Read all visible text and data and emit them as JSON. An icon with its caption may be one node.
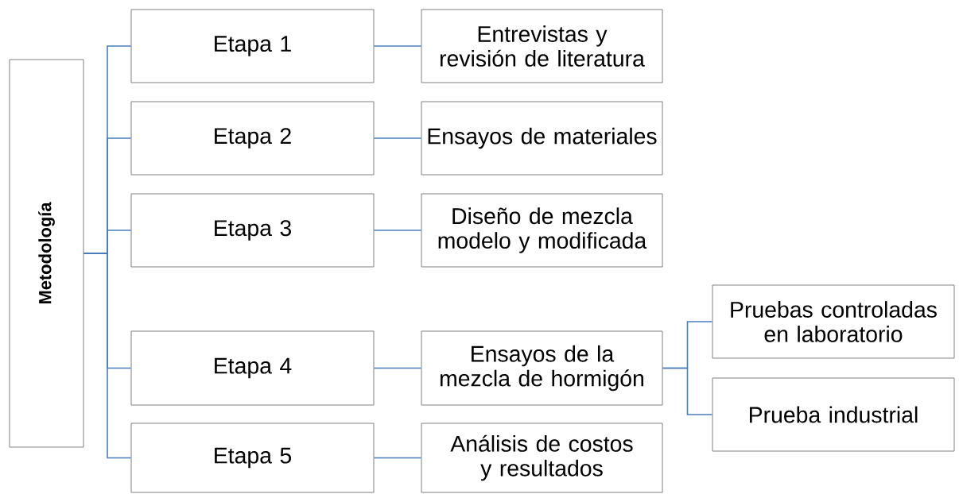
{
  "diagram": {
    "nodes": [
      {
        "text": [
          "Metodología"
        ]
      },
      {
        "text": [
          "Etapa 1"
        ]
      },
      {
        "text": [
          "Entrevistas y revisión de literatura"
        ]
      },
      {
        "text": [
          "Etapa 2"
        ]
      },
      {
        "text": [
          "Ensayos de materiales"
        ]
      },
      {
        "text": [
          "Etapa 3"
        ]
      },
      {
        "text": [
          "Diseño de mezcla modelo y modificada"
        ]
      },
      {
        "text": [
          "Etapa 4"
        ]
      },
      {
        "text": [
          "Ensayos de la mezcla de hormigón"
        ]
      },
      {
        "text": [
          "Etapa 5"
        ]
      },
      {
        "text": [
          "Análisis de costos y resultados"
        ]
      },
      {
        "text": [
          "Pruebas controladas en laboratorio"
        ]
      },
      {
        "text": [
          "Prueba industrial"
        ]
      }
    ],
    "edges": [
      {
        "from": 0,
        "to": 1,
        "arrow": "none"
      },
      {
        "from": 0,
        "to": 3,
        "arrow": "none"
      },
      {
        "from": 0,
        "to": 5,
        "arrow": "none"
      },
      {
        "from": 0,
        "to": 7,
        "arrow": "none"
      },
      {
        "from": 0,
        "to": 9,
        "arrow": "none"
      },
      {
        "from": 1,
        "to": 2,
        "arrow": "none"
      },
      {
        "from": 3,
        "to": 4,
        "arrow": "none"
      },
      {
        "from": 5,
        "to": 6,
        "arrow": "none"
      },
      {
        "from": 7,
        "to": 8,
        "arrow": "none"
      },
      {
        "from": 9,
        "to": 10,
        "arrow": "none"
      },
      {
        "from": 8,
        "to": 11,
        "arrow": "none"
      },
      {
        "from": 8,
        "to": 12,
        "arrow": "none"
      }
    ]
  }
}
